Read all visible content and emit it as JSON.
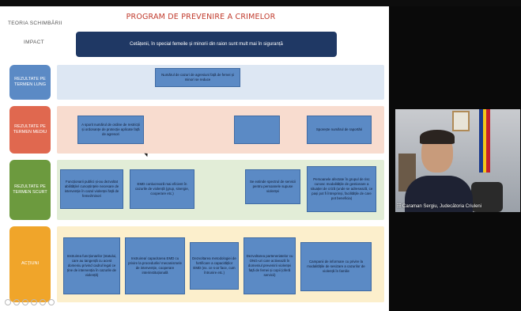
{
  "slide": {
    "title": "PROGRAM DE PREVENIRE A CRIMELOR",
    "theory_label": "TEORIA SCHIMBĂRII",
    "impact_label": "IMPACT",
    "impact_text": "Cetățenii, în special femeile și minorii din raion sunt mult mai în siguranță",
    "rows": [
      {
        "label": "REZULTATE PE TERMEN LUNG",
        "color": "#5b8ac5",
        "band": "#dde7f3"
      },
      {
        "label": "REZULTATE PE TERMEN MEDIU",
        "color": "#e0684f",
        "band": "#f8dccf"
      },
      {
        "label": "REZULTATE PE TERMEN SCURT",
        "color": "#6c9a3e",
        "band": "#e2edd7"
      },
      {
        "label": "ACȚIUNI",
        "color": "#f0a52a",
        "band": "#fcefcc"
      }
    ],
    "long_term": [
      "Numărul de cazuri de agresiuni față de femei și minori se reduce"
    ],
    "medium_term": [
      "A sporit numărul de ordine de restricții și ordonanțe de protecție aplicate față de agresori",
      "",
      "Sporește numărul de raportări"
    ],
    "short_term": [
      "Funcționarii publici și-au dezvoltat abilitățile/ cunoștințele necesare de intervenție în cazul violenței față de femei/minori",
      "EMD conlucrează mai eficient în cazurile de violență (grup, sinergie, cooperare etc.)",
      "Se extinde spectrul de servicii pentru persoanele supuse violenței",
      "Persoanele afectate în grupul de risc cunosc modalitățile de gestionare a situației de criză (unde se adresează, ce pași pot fi întreprinși, facilitățile de care pot beneficia)"
    ],
    "actions": [
      "Instruirea funcționarilor (statului, care au tangență cu acest domeniu privind cadrul legal ce ține de intervenția în cazurile de violență)",
      "Instruirea/ capacitarea EMD cu privire la procedurile/ mecanismele de intervenție, cooperare interinstituțională",
      "Dezvoltarea metodologiei de fortificare a capacităților EMD (ex. ce s-ar face, cum întrunire etc.)",
      "Dezvoltarea parteneriatelor cu ONG-uri care activează în domeniul prevenirii violenței față de femei și copii (oferă servicii)",
      "Campanii de informare cu privire la modalitățile de sesizare a cazurilor de violență în familie"
    ]
  },
  "video": {
    "participant_name": "Caraman Sergiu, Judecătoria Criuleni",
    "flag_colors": [
      "#1b3a8c",
      "#f3c61a",
      "#c8202a"
    ]
  },
  "toolbar": {
    "icons": [
      "previous-icon",
      "next-icon",
      "pen-icon",
      "zoom-icon",
      "grid-icon",
      "more-icon"
    ]
  }
}
